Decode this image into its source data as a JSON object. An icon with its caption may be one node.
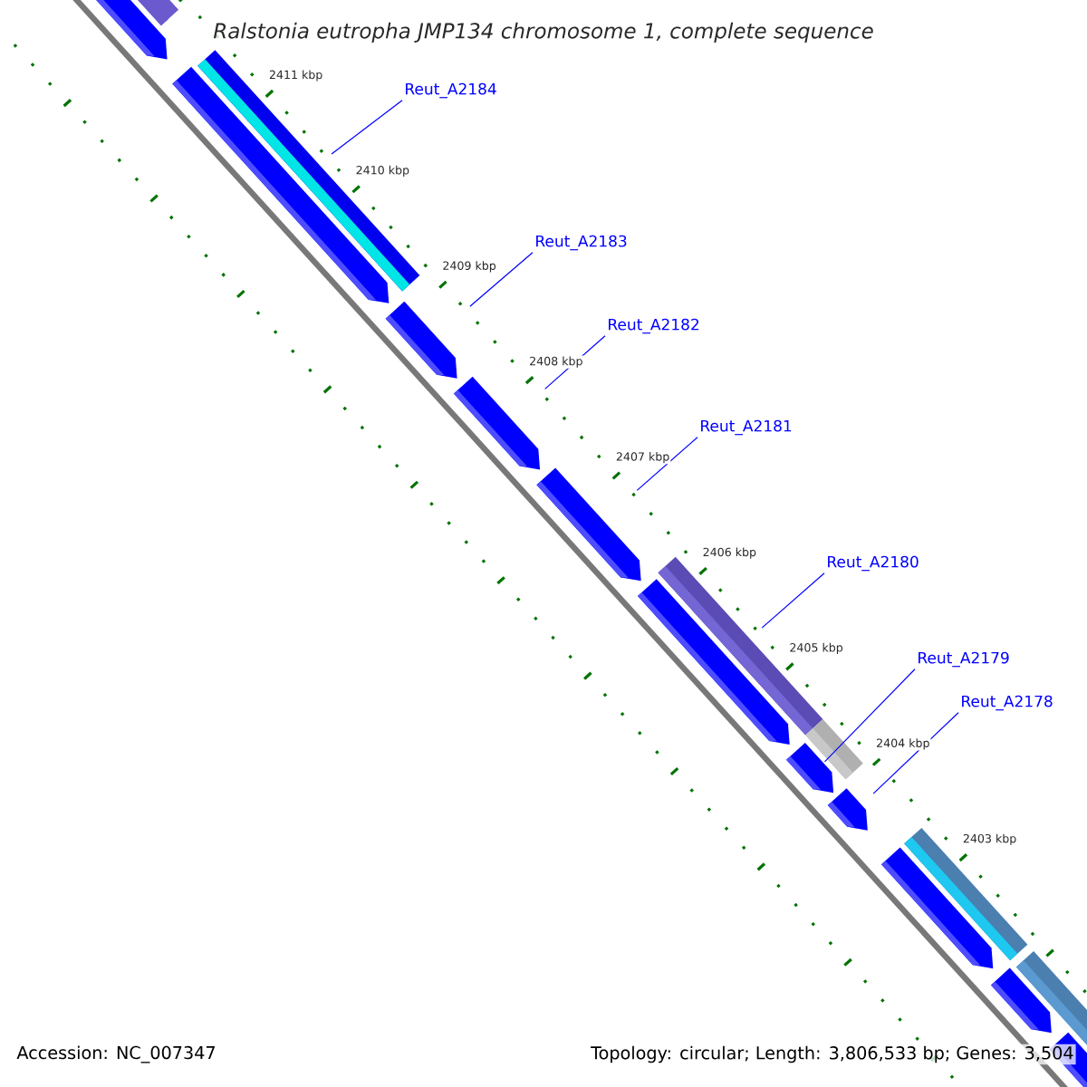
{
  "diagram": {
    "title": "Ralstonia eutropha JMP134 chromosome 1, complete sequence",
    "nodes": [
      {
        "text": [
          "Reut_A2184"
        ]
      },
      {
        "text": [
          "Reut_A2183"
        ]
      },
      {
        "text": [
          "Reut_A2182"
        ]
      },
      {
        "text": [
          "Reut_A2181"
        ]
      },
      {
        "text": [
          "Reut_A2180"
        ]
      },
      {
        "text": [
          "Reut_A2179"
        ]
      },
      {
        "text": [
          "Reut_A2178"
        ]
      },
      {
        "text": [],
        "shape": "arrow"
      },
      {
        "text": [],
        "shape": "bar"
      },
      {
        "text": [],
        "shape": "arrow"
      },
      {
        "text": [],
        "shape": "bar"
      },
      {
        "text": [],
        "shape": "arrow"
      },
      {
        "text": [],
        "shape": "arrow"
      },
      {
        "text": [],
        "shape": "arrow"
      },
      {
        "text": [],
        "shape": "bar"
      },
      {
        "text": [],
        "shape": "arrow"
      },
      {
        "text": [],
        "shape": "bar"
      },
      {
        "text": [],
        "shape": "arrow"
      },
      {
        "text": [],
        "shape": "arrow"
      },
      {
        "text": [],
        "shape": "bar"
      },
      {
        "text": [],
        "shape": "arrow"
      },
      {
        "text": [],
        "shape": "bar"
      },
      {
        "text": [],
        "shape": "arrow"
      },
      {
        "text": [],
        "shape": "arrow"
      }
    ],
    "edges": [
      {
        "from": 0,
        "to": 9,
        "arrow": "none"
      },
      {
        "from": 1,
        "to": 11,
        "arrow": "none"
      },
      {
        "from": 2,
        "to": 12,
        "arrow": "none"
      },
      {
        "from": 3,
        "to": 13,
        "arrow": "none"
      },
      {
        "from": 4,
        "to": 15,
        "arrow": "none"
      },
      {
        "from": 5,
        "to": 17,
        "arrow": "none"
      },
      {
        "from": 6,
        "to": 18,
        "arrow": "none"
      }
    ],
    "labels": [
      "2411 kbp",
      "2410 kbp",
      "2409 kbp",
      "2408 kbp",
      "2407 kbp",
      "2406 kbp",
      "2405 kbp",
      "2404 kbp",
      "2403 kbp",
      "Accession: NC_007347",
      "Topology: circular; Length: 3,806,533 bp; Genes: 3,504"
    ]
  }
}
